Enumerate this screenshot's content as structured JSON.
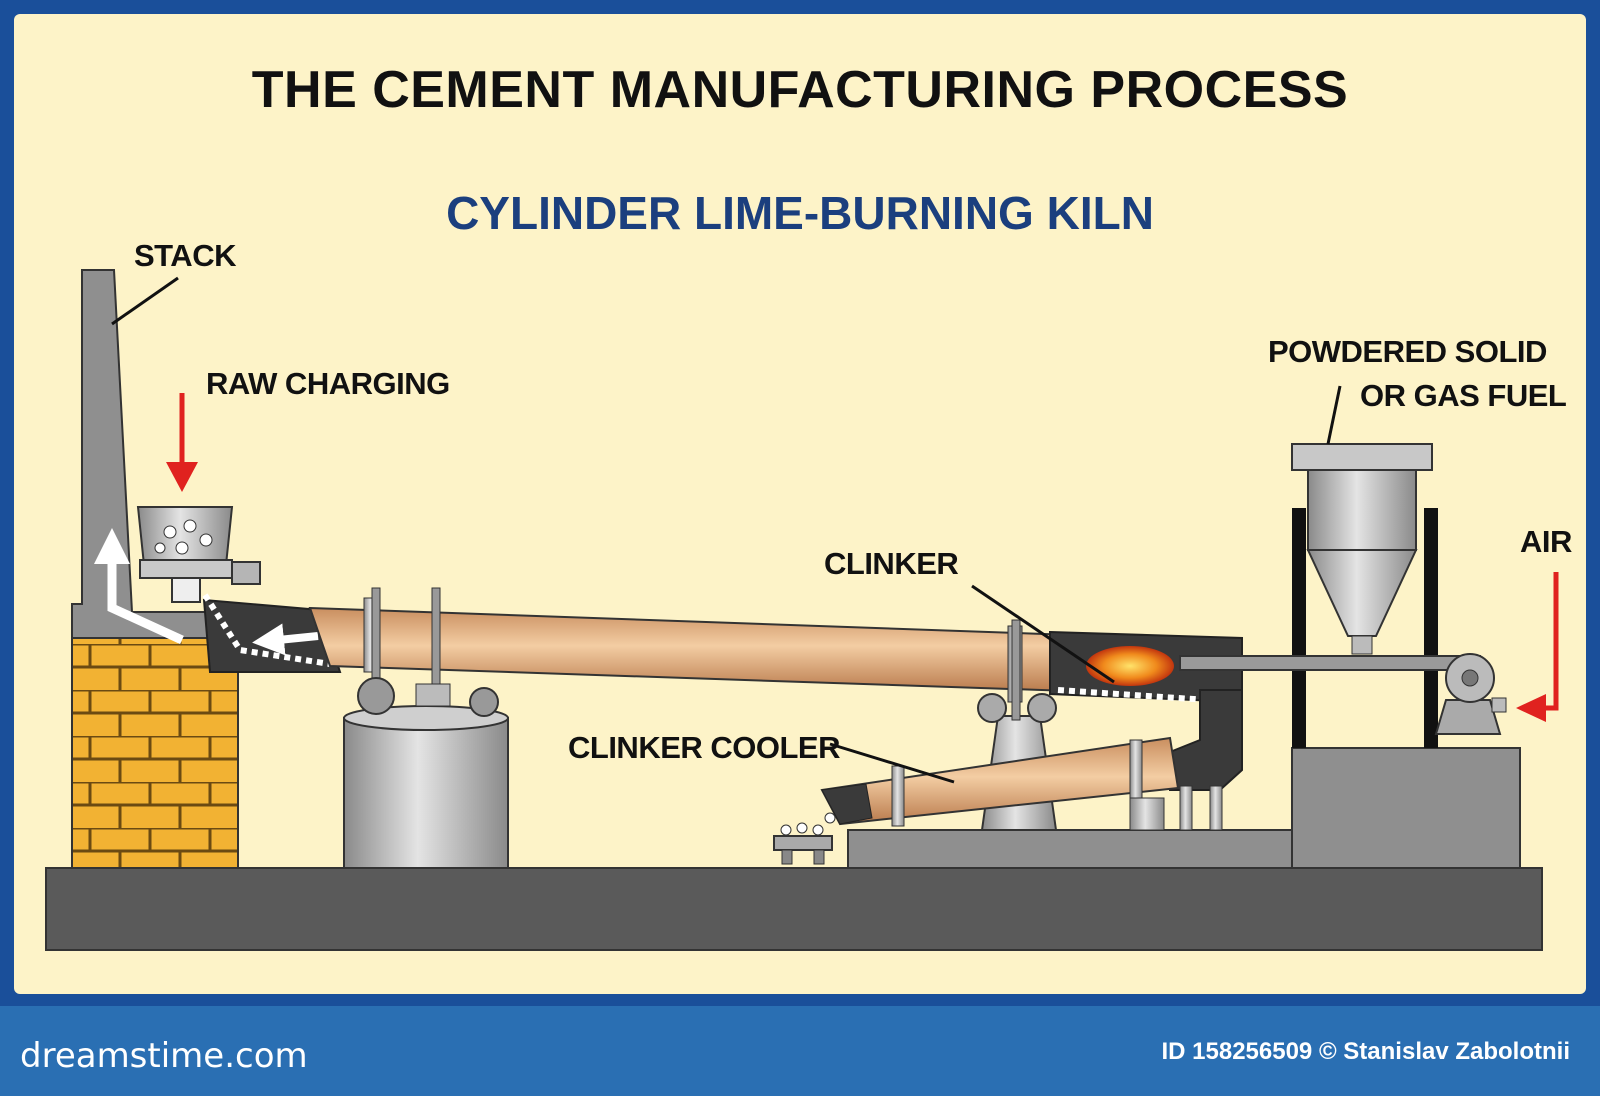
{
  "title": "THE CEMENT MANUFACTURING PROCESS",
  "subtitle": "CYLINDER LIME-BURNING KILN",
  "labels": {
    "stack": "STACK",
    "raw_charging": "RAW CHARGING",
    "powdered_fuel_line1": "POWDERED SOLID",
    "powdered_fuel_line2": "OR GAS FUEL",
    "air": "AIR",
    "clinker": "CLINKER",
    "clinker_cooler": "CLINKER COOLER"
  },
  "footer": {
    "brand": "dreamstime.com",
    "credit": "ID 158256509 © Stanislav Zabolotnii"
  },
  "colors": {
    "background": "#fdf3c8",
    "frame": "#1a4f9a",
    "kiln": "#e9b98a",
    "steel": "#a9a9a9",
    "brick": "#f2b233",
    "ground": "#5a5a5a",
    "arrow_red": "#e0221f",
    "subtitle": "#1b3f7e"
  }
}
